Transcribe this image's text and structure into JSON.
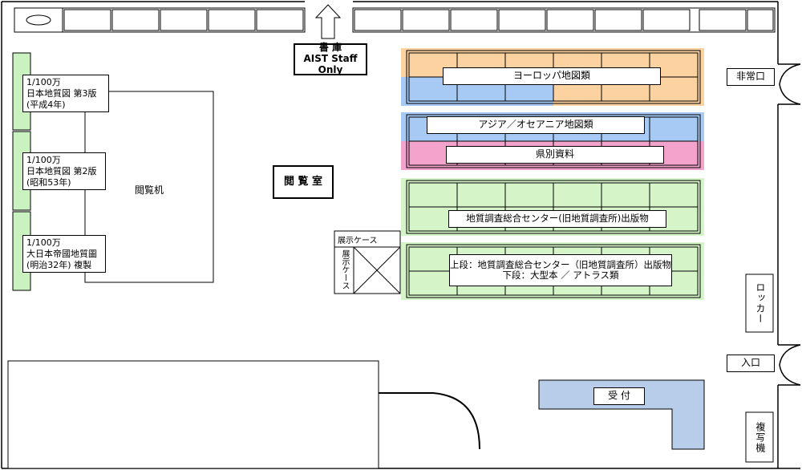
{
  "library": {
    "stacks_label": "書 庫",
    "stacks_sublabel": "AIST Staff Only",
    "reading_room": "閲 覧 室",
    "viewer_machine": "閲覧机"
  },
  "maps": [
    {
      "scale": "1/100万",
      "name": "日本地質図 第3版",
      "year": "(平成4年)"
    },
    {
      "scale": "1/100万",
      "name": "日本地質図 第2版",
      "year": "(昭和53年)"
    },
    {
      "scale": "1/100万",
      "name": "大日本帝國地質圖",
      "year": "(明治32年) 複製"
    }
  ],
  "shelves": {
    "europe": "ヨーロッパ地図類",
    "asia": "アジア／オセアニア地図類",
    "prefecture": "県別資料",
    "gsj_pubs": "地質調査総合センター(旧地質調査所)出版物",
    "bottom_line1": "上段：地質調査総合センター（旧地質調査所）出版物",
    "bottom_line2": "下段：大型本 ／ アトラス類"
  },
  "display": {
    "case_top": "展示ケース",
    "case_side": "展示ケース"
  },
  "right_wall": {
    "emergency_exit": "非常口",
    "locker": "ロッカー",
    "entrance": "入口",
    "copier": "複写機"
  },
  "reception": "受 付",
  "colors": {
    "orange": "#fbd2a0",
    "blue": "#a6caf4",
    "pink": "#f4a3cd",
    "green": "#d5f5c9",
    "reception": "#b8cde9",
    "map_panel": "#c9f2c0"
  }
}
